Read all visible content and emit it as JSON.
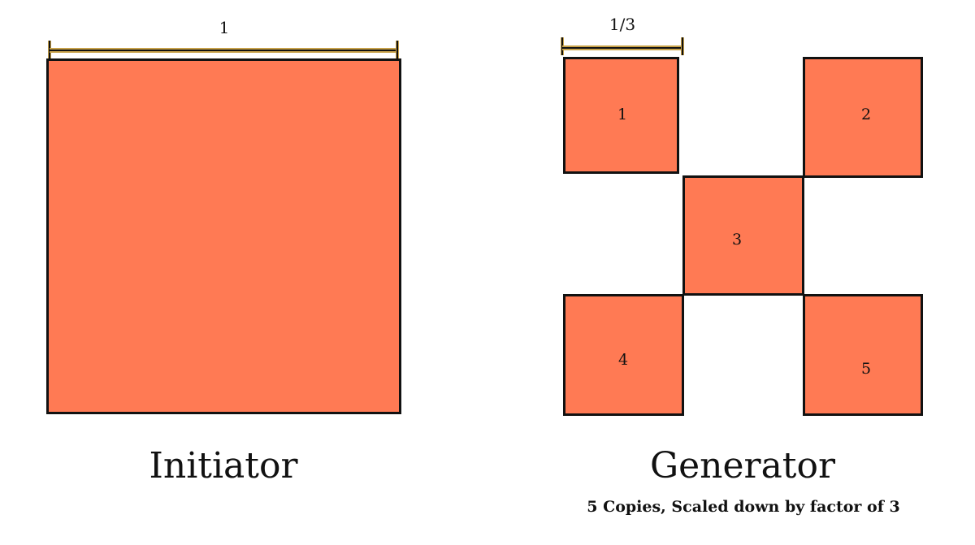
{
  "initiator": {
    "length_label": "1",
    "caption": "Initiator"
  },
  "generator": {
    "length_label": "1/3",
    "caption": "Generator",
    "subcaption": "5 Copies, Scaled down by factor of 3",
    "squares": [
      "1",
      "2",
      "3",
      "4",
      "5"
    ]
  },
  "colors": {
    "fill": "#ff7a54",
    "stroke": "#111111",
    "measure_accent": "#c8a24a"
  }
}
